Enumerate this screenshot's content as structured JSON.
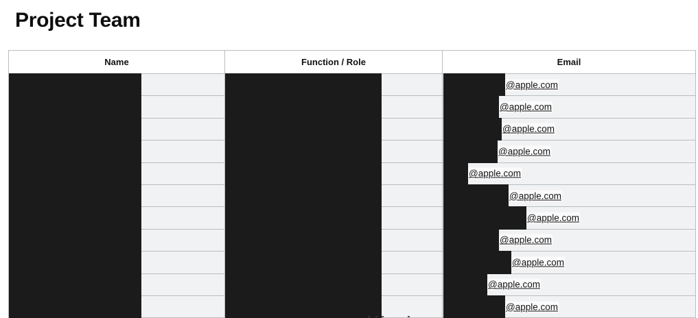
{
  "page": {
    "title": "Project Team",
    "background": "#ffffff"
  },
  "table": {
    "columns": [
      {
        "key": "name",
        "header": "Name"
      },
      {
        "key": "function",
        "header": "Function / Role"
      },
      {
        "key": "email",
        "header": "Email"
      }
    ],
    "redaction_color": "#1b1b1b",
    "row_background": "#f1f2f3",
    "border_color": "#b9bdc1",
    "row_count": 11,
    "rows": [
      {
        "name": "",
        "function": "",
        "email": "@apple.com",
        "email_bar_width": 90
      },
      {
        "name": "",
        "function": "",
        "email": "@apple.com",
        "email_bar_width": 81
      },
      {
        "name": "",
        "function": "",
        "email": "@apple.com",
        "email_bar_width": 85
      },
      {
        "name": "",
        "function": "",
        "email": "@apple.com",
        "email_bar_width": 79
      },
      {
        "name": "",
        "function": "",
        "email": "@apple.com",
        "email_bar_width": 36
      },
      {
        "name": "",
        "function": "",
        "email": "@apple.com",
        "email_bar_width": 95
      },
      {
        "name": "",
        "function": "",
        "email": "@apple.com",
        "email_bar_width": 121
      },
      {
        "name": "",
        "function": "",
        "email": "@apple.com",
        "email_bar_width": 81
      },
      {
        "name": "",
        "function": "",
        "email": "@apple.com",
        "email_bar_width": 99
      },
      {
        "name": "",
        "function": "",
        "email": "@apple.com",
        "email_bar_width": 64
      },
      {
        "name": "",
        "function": "",
        "email": "@apple.com",
        "email_bar_width": 90
      }
    ]
  }
}
